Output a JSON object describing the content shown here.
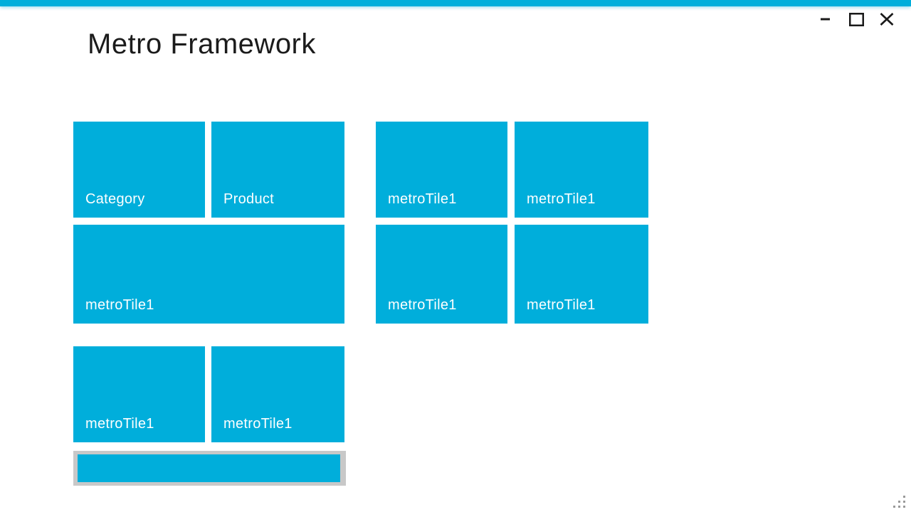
{
  "window": {
    "title": "Metro Framework",
    "controls": [
      {
        "name": "minimize"
      },
      {
        "name": "maximize"
      },
      {
        "name": "close"
      }
    ]
  },
  "colors": {
    "accent": "#00AEDB",
    "tile_background": "#00AEDB",
    "tile_text": "#FFFFFF",
    "title_text": "#1B1B1B",
    "progress_frame": "#C8C8C8",
    "progress_fill": "#00AEDB"
  },
  "tile_groups": [
    {
      "id": "top-left",
      "tiles": [
        {
          "label": "Category",
          "size": "standard"
        },
        {
          "label": "Product",
          "size": "standard"
        },
        {
          "label": "metroTile1",
          "size": "wide"
        }
      ]
    },
    {
      "id": "top-right",
      "tiles": [
        {
          "label": "metroTile1",
          "size": "standard"
        },
        {
          "label": "metroTile1",
          "size": "standard"
        },
        {
          "label": "metroTile1",
          "size": "standard"
        },
        {
          "label": "metroTile1",
          "size": "standard"
        }
      ]
    },
    {
      "id": "bottom-left",
      "tiles": [
        {
          "label": "metroTile1",
          "size": "standard"
        },
        {
          "label": "metroTile1",
          "size": "standard"
        }
      ]
    }
  ],
  "progress_bar": {
    "filled": true,
    "percent_filled": 100
  }
}
